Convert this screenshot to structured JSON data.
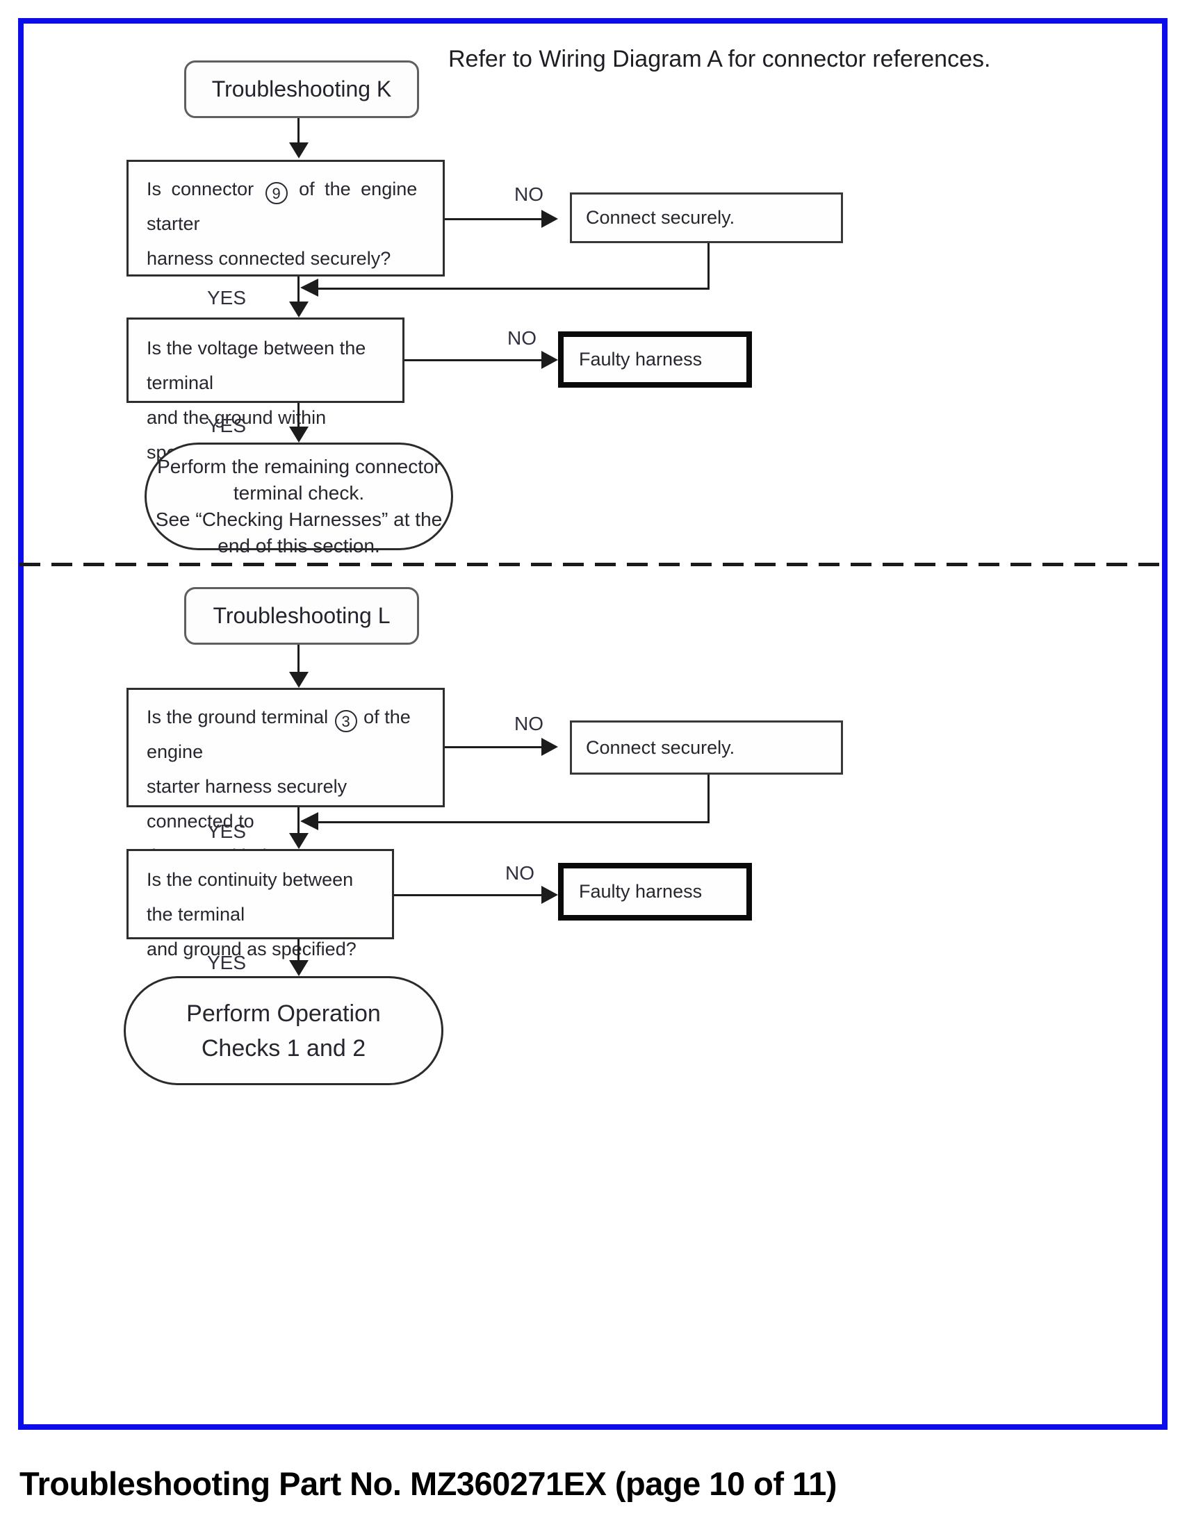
{
  "note": "Refer to Wiring Diagram A for connector references.",
  "caption": "Troubleshooting Part No. MZ360271EX (page 10 of 11)",
  "labels": {
    "yes": "YES",
    "no": "NO"
  },
  "colors": {
    "frame_blue": "#0d0deb",
    "line_black": "#1c1c1c"
  },
  "section_k": {
    "title": "Troubleshooting K",
    "q1": {
      "pre": "Is connector",
      "circled": "9",
      "post": "of the engine starter",
      "line2": "harness connected securely?"
    },
    "action": "Connect securely.",
    "q2": {
      "line1": "Is the voltage between the terminal",
      "line2": "and the ground within specification?"
    },
    "fault": "Faulty harness",
    "terminal": {
      "line1": "Perform the remaining connector",
      "line2": "terminal check.",
      "line3": "See “Checking Harnesses” at the",
      "line4": "end of this section."
    }
  },
  "section_l": {
    "title": "Troubleshooting L",
    "q1": {
      "pre": "Is the ground terminal",
      "circled": "3",
      "post": "of the engine",
      "line2": "starter harness securely connected to",
      "line3": "the ground bolt?"
    },
    "action": "Connect securely.",
    "q2": {
      "line1": "Is the continuity between the terminal",
      "line2": "and ground as specified?"
    },
    "fault": "Faulty harness",
    "terminal": {
      "line1": "Perform Operation",
      "line2": "Checks 1 and 2"
    }
  }
}
